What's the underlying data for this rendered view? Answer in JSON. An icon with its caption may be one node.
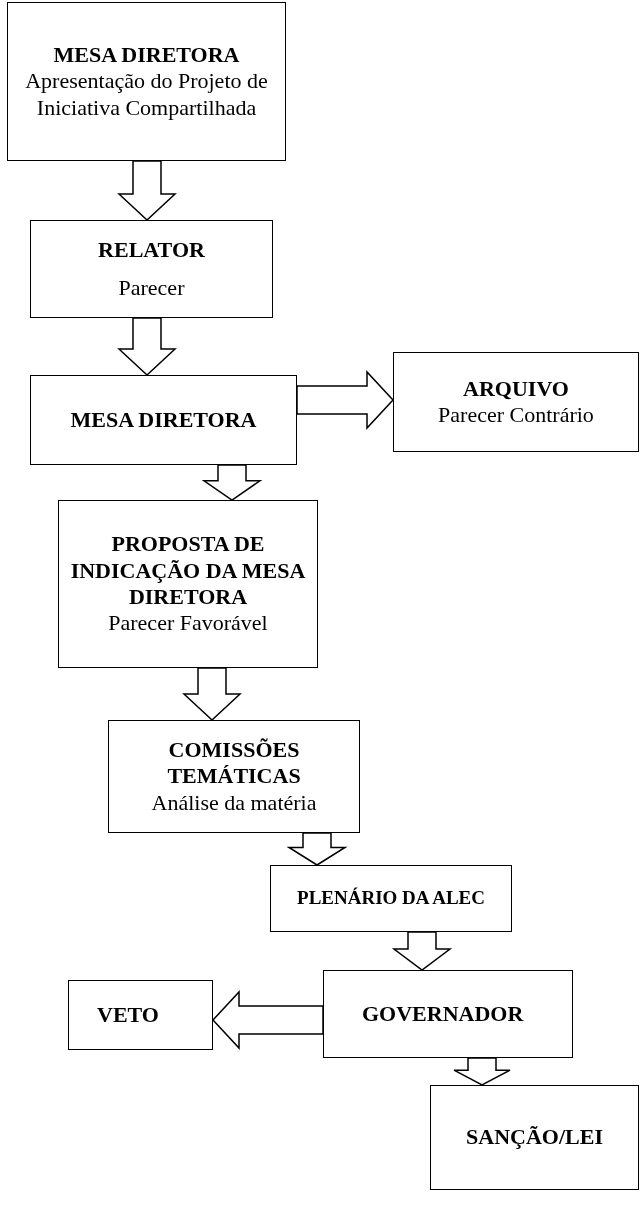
{
  "diagram": {
    "nodes": [
      {
        "text": [
          "MESA DIRETORA",
          "Apresentação do Projeto de Iniciativa Compartilhada"
        ]
      },
      {
        "text": [
          "RELATOR",
          "Parecer"
        ]
      },
      {
        "text": [
          "MESA DIRETORA"
        ]
      },
      {
        "text": [
          "ARQUIVO",
          "Parecer Contrário"
        ]
      },
      {
        "text": [
          "PROPOSTA DE INDICAÇÃO DA MESA DIRETORA",
          "Parecer Favorável"
        ]
      },
      {
        "text": [
          "COMISSÕES TEMÁTICAS",
          "Análise da matéria"
        ]
      },
      {
        "text": [
          "PLENÁRIO DA ALEC"
        ]
      },
      {
        "text": [
          "GOVERNADOR"
        ]
      },
      {
        "text": [
          "VETO"
        ]
      },
      {
        "text": [
          "SANÇÃO/LEI"
        ]
      }
    ],
    "edges": [
      {
        "from": 0,
        "to": 1,
        "arrow": "to"
      },
      {
        "from": 1,
        "to": 2,
        "arrow": "to"
      },
      {
        "from": 2,
        "to": 3,
        "arrow": "to"
      },
      {
        "from": 2,
        "to": 4,
        "arrow": "to"
      },
      {
        "from": 4,
        "to": 5,
        "arrow": "to"
      },
      {
        "from": 5,
        "to": 6,
        "arrow": "to"
      },
      {
        "from": 6,
        "to": 7,
        "arrow": "to"
      },
      {
        "from": 7,
        "to": 8,
        "arrow": "to"
      },
      {
        "from": 7,
        "to": 9,
        "arrow": "to"
      }
    ]
  }
}
